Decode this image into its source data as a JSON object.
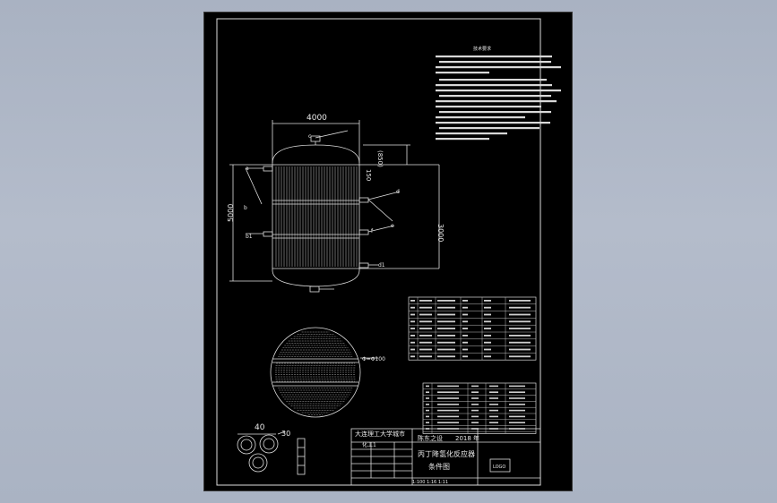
{
  "drawing": {
    "dimensions": {
      "width": "4000",
      "height": "5000",
      "section": "3000",
      "top": "(850)",
      "flange": "150",
      "diameter": "Φ=Φ100",
      "small_a": "40",
      "small_b": "30"
    },
    "nozzles": [
      "a",
      "c",
      "d",
      "e",
      "b1",
      "b",
      "f",
      "d1"
    ],
    "title_block": {
      "school": "大连理工大学城市",
      "class": "化工1",
      "designer": "陈东之设",
      "year": "2018 年",
      "drawing_title_1": "丙丁降氢化反应器",
      "drawing_title_2": "条件图",
      "logo_text": "LOGO",
      "scale_row": "1:100 1:16 1:11"
    },
    "notes_title": "技术要求",
    "nozzle_table_header": [
      "符号",
      "公称尺寸",
      "连接尺寸标准",
      "连接面形式",
      "用途或名称"
    ],
    "nozzle_table_rows": 8,
    "parts_table_rows": 7
  }
}
